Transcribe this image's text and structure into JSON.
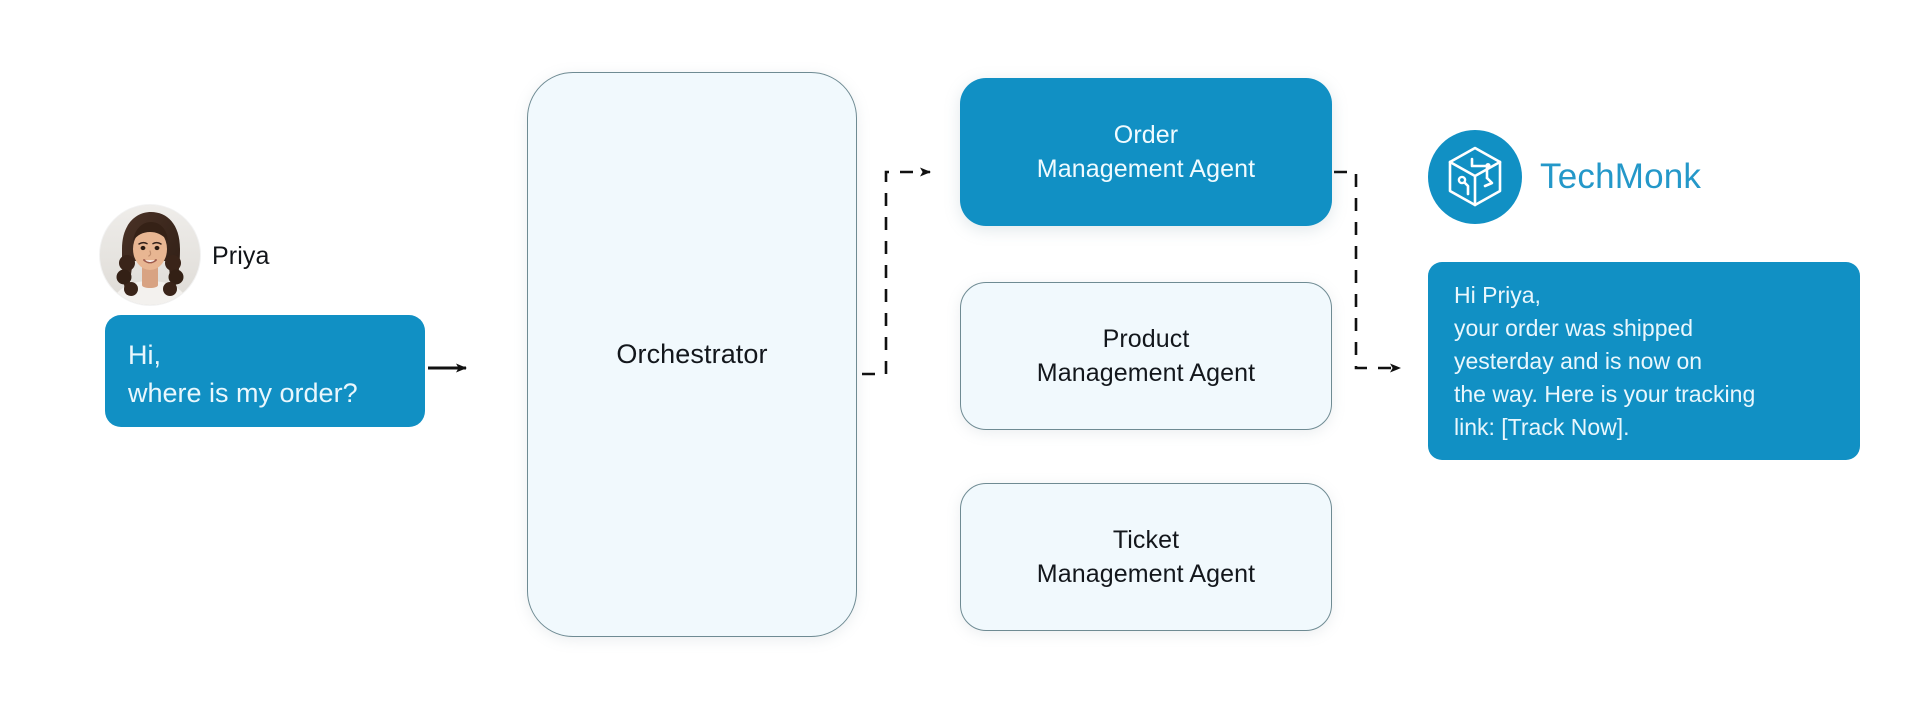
{
  "user": {
    "name": "Priya",
    "avatar_icon": "user-avatar-photo",
    "message": "Hi,\nwhere is my order?"
  },
  "orchestrator": {
    "label": "Orchestrator"
  },
  "agents": [
    {
      "label": "Order\nManagement Agent",
      "style": "primary"
    },
    {
      "label": "Product\nManagement Agent",
      "style": "secondary"
    },
    {
      "label": "Ticket\nManagement Agent",
      "style": "secondary"
    }
  ],
  "brand": {
    "name": "TechMonk",
    "logo_icon": "techmonk-cube-logo"
  },
  "reply": {
    "message": "Hi Priya,\nyour order was shipped\nyesterday and is now on\nthe way. Here is your tracking\nlink: [Track Now]."
  },
  "connectors": [
    {
      "name": "user-to-orchestrator",
      "style": "solid",
      "arrow": "right"
    },
    {
      "name": "orchestrator-to-order-agent",
      "style": "dashed",
      "arrow": "right"
    },
    {
      "name": "order-agent-to-reply",
      "style": "dashed",
      "arrow": "right"
    }
  ],
  "colors": {
    "brand_blue": "#1190c4",
    "brand_text_blue": "#2498c9",
    "card_fill_light": "#f1f9fd",
    "card_border": "#6f8b93",
    "connector": "#111111",
    "background": "#ffffff"
  }
}
